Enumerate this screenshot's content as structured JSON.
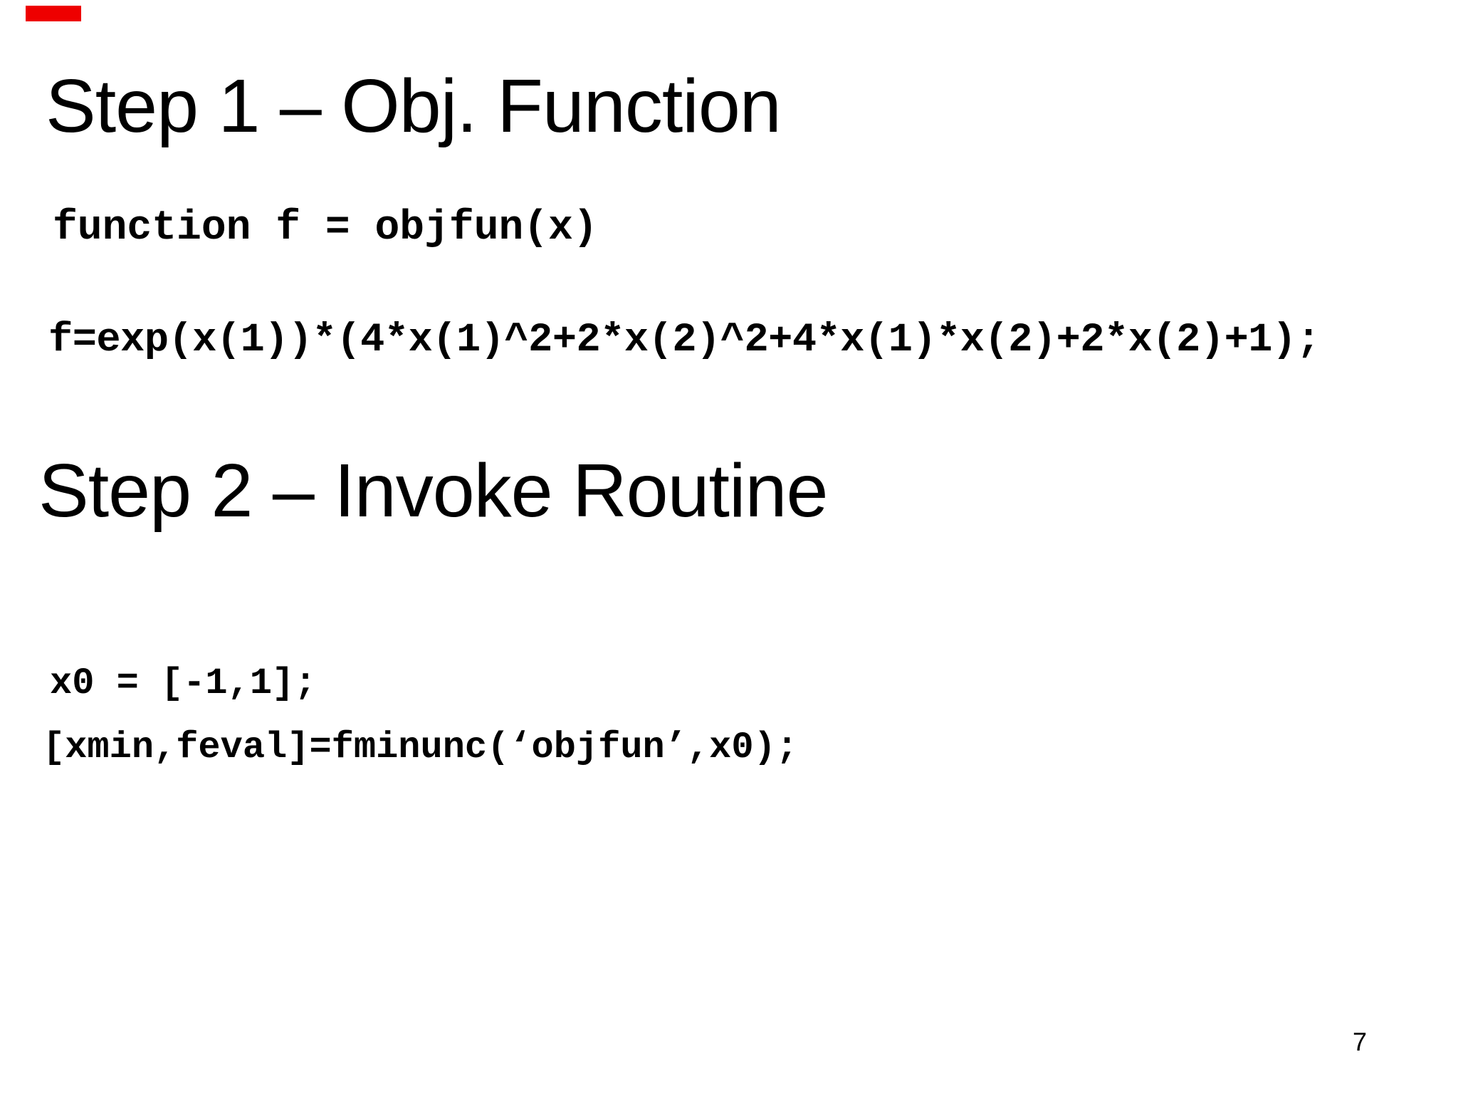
{
  "page": {
    "background_color": "#ffffff",
    "text_color": "#000000",
    "marker_color": "#ee0000",
    "page_number": "7"
  },
  "sections": [
    {
      "heading": "Step 1 – Obj. Function",
      "code_lines": [
        "function f = objfun(x)",
        "f=exp(x(1))*(4*x(1)^2+2*x(2)^2+4*x(1)*x(2)+2*x(2)+1);"
      ]
    },
    {
      "heading": "Step 2 – Invoke Routine",
      "code_lines": [
        "x0 = [-1,1];",
        "[xmin,feval]=fminunc(‘objfun’,x0);"
      ]
    }
  ]
}
